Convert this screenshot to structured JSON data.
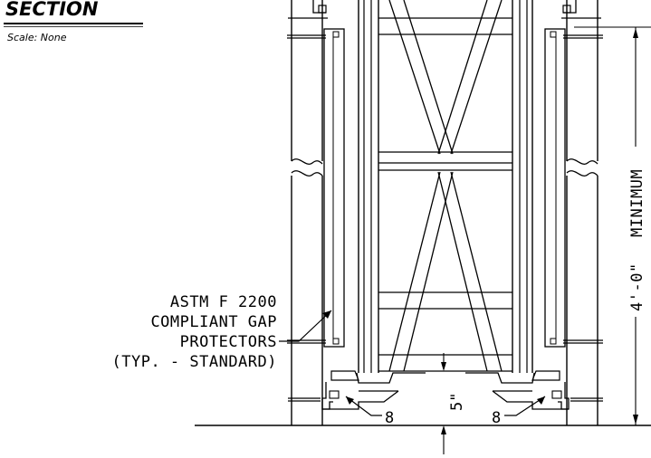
{
  "title": "SECTION",
  "scale_label": "Scale: None",
  "callout": {
    "lines": [
      "ASTM F 2200",
      "COMPLIANT GAP",
      "PROTECTORS",
      "(TYP. - STANDARD)"
    ]
  },
  "dimensions": {
    "height": "4'-0\"",
    "height_note": "MINIMUM",
    "gap": "5\""
  },
  "detail_tags": [
    "8",
    "8"
  ]
}
